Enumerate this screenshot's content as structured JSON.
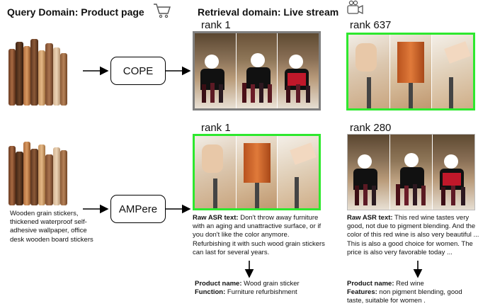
{
  "headers": {
    "query": "Query Domain: Product page",
    "retrieval": "Retrieval domain: Live stream"
  },
  "icons": {
    "query": "shopping-cart-icon",
    "retrieval": "video-camera-icon"
  },
  "nodes": {
    "top": "COPE",
    "bottom": "AMPere"
  },
  "ranks": {
    "top_left": "rank 1",
    "top_right": "rank 637",
    "bottom_left": "rank 1",
    "bottom_right": "rank 280"
  },
  "product_title": "Wooden grain stickers, thickened waterproof self-adhesive wallpaper, office desk wooden board stickers",
  "asr_left": {
    "label": "Raw ASR text:",
    "text": "Don't throw away furniture with an aging and unattractive surface, or if you don't like the color anymore. Refurbishing it with such wood grain stickers can last for several years."
  },
  "asr_right": {
    "label": "Raw ASR text:",
    "text": "This red wine tastes very good, not due to pigment blending. And the color of this red wine is also very beautiful ... This is also a good choice for women. The price is also very favorable today ..."
  },
  "result_left": {
    "name_label": "Product name:",
    "name": "Wood grain sticker",
    "feature_label": "Function:",
    "feature": "Furniture refurbishment"
  },
  "result_right": {
    "name_label": "Product name:",
    "name": "Red wine",
    "feature_label": "Features:",
    "feature": "non pigment blending, good taste, suitable for women ."
  },
  "colors": {
    "correct_border": "#2ee82e",
    "wrong_border": "#7f7f7f"
  }
}
